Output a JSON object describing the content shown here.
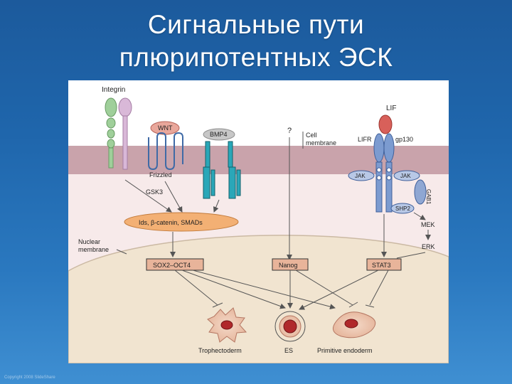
{
  "slide": {
    "title_line1": "Сигнальные пути",
    "title_line2": "плюрипотентных ЭСК"
  },
  "diagram": {
    "receptors": {
      "integrin": "Integrin",
      "wnt": "WNT",
      "frizzled": "Frizzled",
      "bmp4": "BMP4",
      "unknown": "?",
      "cell_membrane": "Cell\nmembrane",
      "lif": "LIF",
      "lifr": "LIFR",
      "gp130": "gp130",
      "jak_left": "JAK",
      "jak_right": "JAK",
      "gab1": "GAB1",
      "shp2": "SHP2"
    },
    "cytoplasm": {
      "gsk3": "GSK3",
      "mediators": "Ids, β-catenin, SMADs",
      "mek": "MEK",
      "erk": "ERK",
      "nuclear_membrane": "Nuclear\nmembrane"
    },
    "nucleus": {
      "sox2_oct4": "SOX2–OCT4",
      "nanog": "Nanog",
      "stat3": "STAT3"
    },
    "cell_fates": {
      "trophectoderm": "Trophectoderm",
      "es": "ES",
      "primitive_endoderm": "Primitive endoderm"
    }
  },
  "colors": {
    "background": "#1f66ac",
    "membrane": "#c9a3ab",
    "nucleus": "#f1e4d0",
    "mediator_fill": "#f3b074",
    "tf_fill": "#e8b49a",
    "lif_red": "#d8605a",
    "receptor_blue": "#7c9bd0",
    "channel_teal": "#2aa7b8"
  },
  "watermark": "Copyright 2008 SlideShare"
}
